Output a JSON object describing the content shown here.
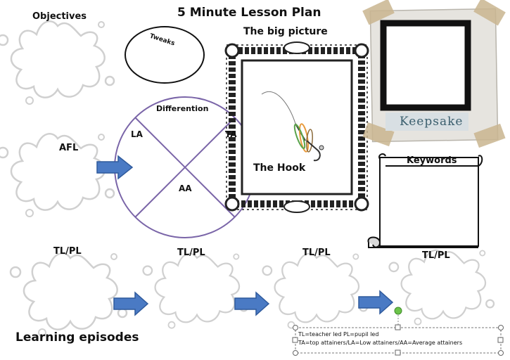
{
  "title": "5 Minute Lesson Plan",
  "objectives": "Objectives",
  "tweaks": "Tweaks",
  "big_picture": "The big picture",
  "the_hook": "The Hook",
  "keepsake": "Keepsake",
  "keywords": "Keywords",
  "afl": "AFL",
  "differentiation": {
    "heading": "Differention",
    "la": "LA",
    "ta": "TA",
    "aa": "AA"
  },
  "episodes": [
    "TL/PL",
    "TL/PL",
    "TL/PL",
    "TL/PL"
  ],
  "learning_episodes": "Learning episodes",
  "key_note": {
    "line1": "TL=teacher led PL=pupil  led",
    "line2": "TA=top attainers/LA=Low  attainers/AA=Average attainers"
  },
  "colors": {
    "arrow_blue": "#4a7ac4",
    "circle_purple": "#7a65a8",
    "splat_gray": "#d2d2d2",
    "handle_green": "#6cc44a"
  }
}
